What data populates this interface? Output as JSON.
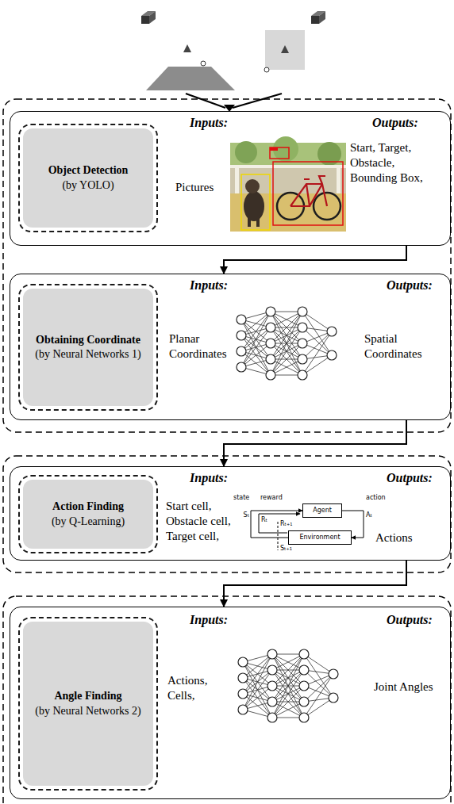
{
  "diagram": {
    "nodes": [
      {
        "text": [
          "Inputs:",
          "Pictures",
          "Outputs:",
          "Start, Target, Obstacle, Bounding Box,"
        ]
      },
      {
        "text": [
          "Object Detection",
          "(by YOLO)"
        ],
        "in": 0
      },
      {
        "text": [
          "Inputs:",
          "Planar Coordinates",
          "Outputs:",
          "Spatial Coordinates"
        ]
      },
      {
        "text": [
          "Obtaining Coordinate",
          "(by Neural Networks 1)"
        ],
        "in": 2
      },
      {
        "text": [
          "Inputs:",
          "Start cell, Obstacle cell, Target cell,",
          "Outputs:",
          "Actions"
        ]
      },
      {
        "text": [
          "Action Finding",
          "(by Q-Learning)"
        ],
        "in": 4
      },
      {
        "text": [
          "Agent"
        ],
        "in": 4
      },
      {
        "text": [
          "Environment"
        ],
        "in": 4
      },
      {
        "text": [
          "Inputs:",
          "Actions, Cells,",
          "Outputs:",
          "Joint Angles"
        ]
      },
      {
        "text": [
          "Angle Finding",
          "(by Neural Networks 2)"
        ],
        "in": 8
      }
    ],
    "edges": [
      {
        "from": 0,
        "to": 2,
        "arrow": "to"
      },
      {
        "from": 2,
        "to": 4,
        "arrow": "to"
      },
      {
        "from": 4,
        "to": 8,
        "arrow": "to"
      },
      {
        "from": 6,
        "to": 7,
        "arrow": "to"
      },
      {
        "from": 7,
        "to": 6,
        "arrow": "to"
      }
    ],
    "labels": [
      "state",
      "Sₜ",
      "reward",
      "Rₜ",
      "Rₜ₊₁",
      "Sₜ₊₁",
      "action",
      "Aₜ"
    ]
  }
}
